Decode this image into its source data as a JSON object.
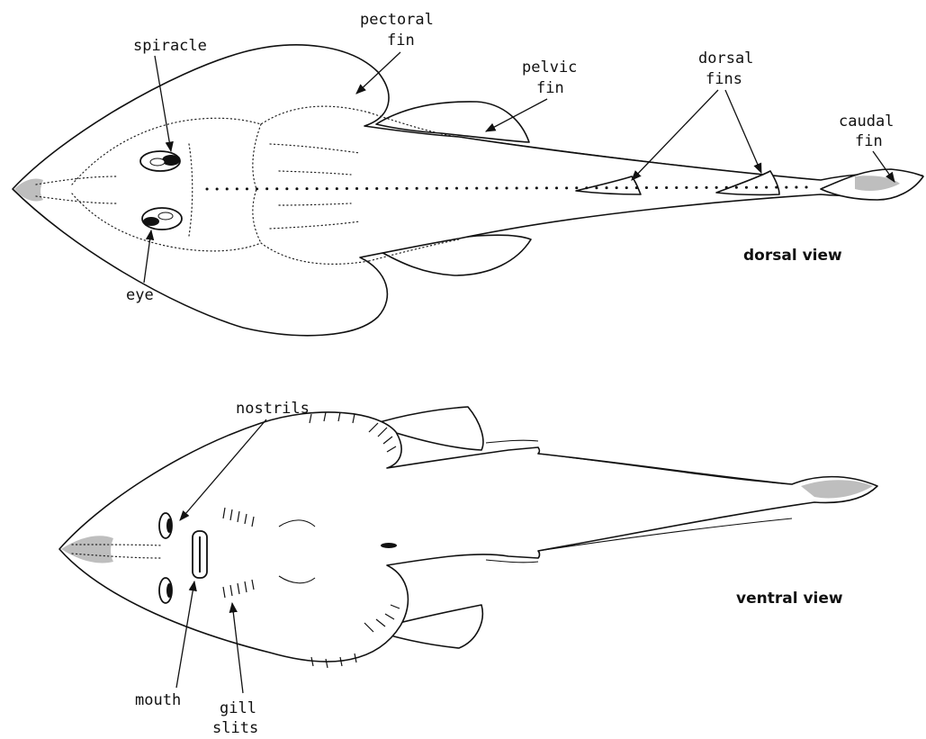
{
  "dorsal": {
    "view_label": "dorsal view",
    "labels": {
      "spiracle": "spiracle",
      "pectoral_line1": "pectoral",
      "pectoral_line2": "fin",
      "pelvic_line1": "pelvic",
      "pelvic_line2": "fin",
      "dorsal_fins_line1": "dorsal",
      "dorsal_fins_line2": "fins",
      "caudal_line1": "caudal",
      "caudal_line2": "fin",
      "eye": "eye"
    }
  },
  "ventral": {
    "view_label": "ventral view",
    "labels": {
      "nostrils": "nostrils",
      "mouth": "mouth",
      "gill_line1": "gill",
      "gill_line2": "slits"
    }
  }
}
